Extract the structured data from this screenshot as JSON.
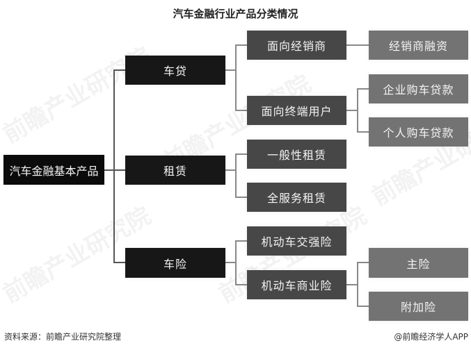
{
  "title": "汽车金融行业产品分类情况",
  "root": {
    "label": "汽车金融基本产品"
  },
  "level1": [
    {
      "label": "车贷"
    },
    {
      "label": "租赁"
    },
    {
      "label": "车险"
    }
  ],
  "level2": [
    {
      "label": "面向经销商",
      "parent": "车贷"
    },
    {
      "label": "面向终端用户",
      "parent": "车贷"
    },
    {
      "label": "一般性租赁",
      "parent": "租赁"
    },
    {
      "label": "全服务租赁",
      "parent": "租赁"
    },
    {
      "label": "机动车交强险",
      "parent": "车险"
    },
    {
      "label": "机动车商业险",
      "parent": "车险"
    }
  ],
  "level3": [
    {
      "label": "经销商融资",
      "parent": "面向经销商"
    },
    {
      "label": "企业购车贷款",
      "parent": "面向终端用户"
    },
    {
      "label": "个人购车贷款",
      "parent": "面向终端用户"
    },
    {
      "label": "主险",
      "parent": "机动车商业险"
    },
    {
      "label": "附加险",
      "parent": "机动车商业险"
    }
  ],
  "footer": {
    "source": "资料来源：前瞻产业研究院整理",
    "credit": "@前瞻经济学人APP"
  },
  "watermark": "前瞻产业研究院",
  "colors": {
    "root": "#0b0b0b",
    "level1": "#171717",
    "level2": "#474747",
    "level3": "#737373",
    "connector": "#555555"
  }
}
